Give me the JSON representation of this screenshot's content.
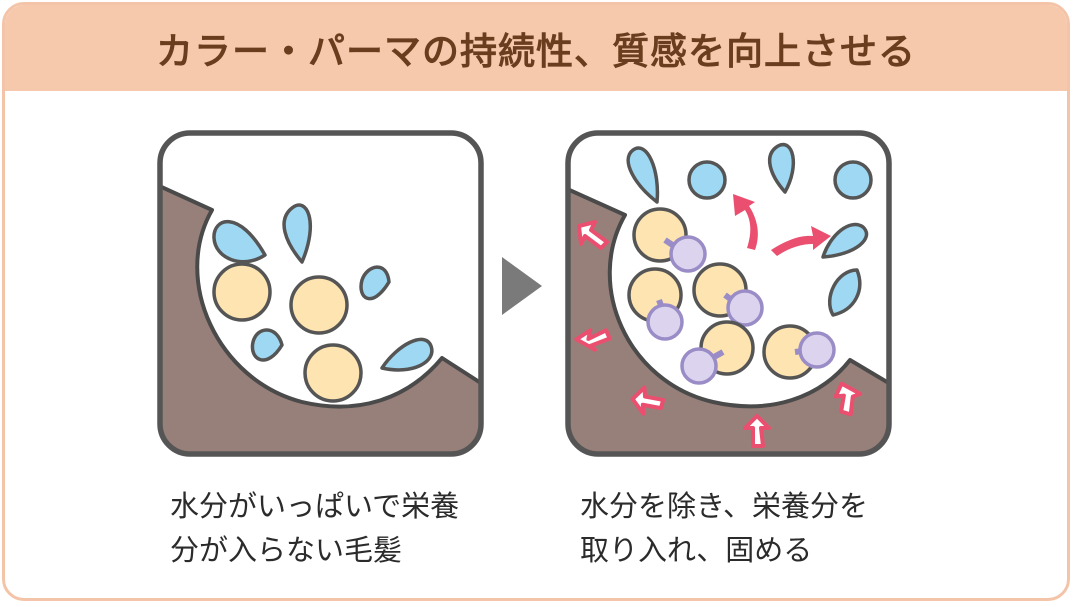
{
  "title": "カラー・パーマの持続性、質感を向上させる",
  "colors": {
    "header_bg": "#f6c9ad",
    "title_text": "#6b3d1f",
    "hair_fill": "#98807a",
    "water_drop": "#9fd8f2",
    "nutrient": "#fde4b0",
    "purple_molecule": "#dcd3ee",
    "arrow_pink": "#ea4f6f",
    "panel_stroke": "#555555"
  },
  "panels": {
    "before": {
      "caption_line1": "水分がいっぱいで栄養",
      "caption_line2": "分が入らない毛髪"
    },
    "after": {
      "caption_line1": "水分を除き、栄養分を",
      "caption_line2": "取り入れ、固める"
    }
  },
  "icons": {
    "transition": "play-triangle-icon"
  }
}
